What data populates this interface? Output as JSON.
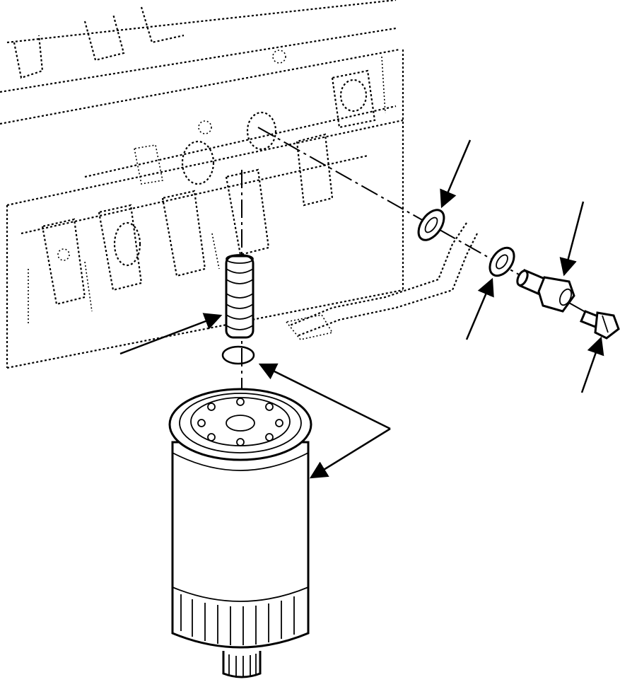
{
  "diagram": {
    "components": [
      {
        "name": "engine-block",
        "style": "phantom"
      },
      {
        "name": "filter-head-stud"
      },
      {
        "name": "o-ring"
      },
      {
        "name": "filter-cartridge"
      },
      {
        "name": "washer-upper"
      },
      {
        "name": "washer-lower"
      },
      {
        "name": "adapter-fitting"
      },
      {
        "name": "plug-bolt"
      },
      {
        "name": "fuel-line",
        "style": "phantom"
      }
    ],
    "callouts": 6,
    "text_labels": []
  }
}
